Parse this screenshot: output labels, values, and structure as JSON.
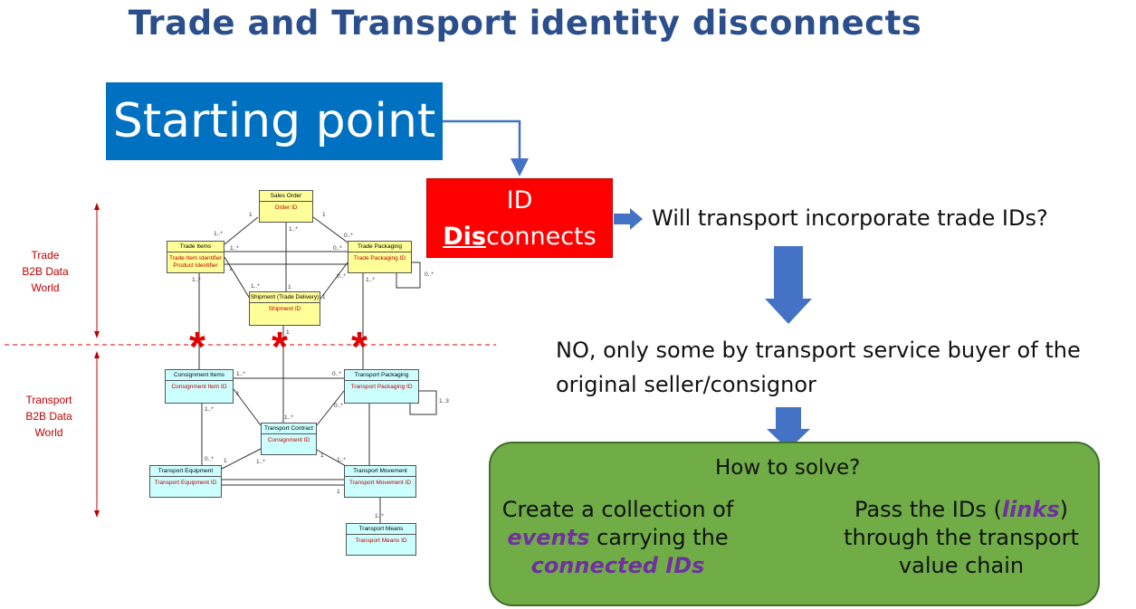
{
  "title": "Trade and Transport identity disconnects",
  "start_label": "Starting point",
  "id_box": {
    "line1": "ID",
    "dis": "Dis",
    "rest": "connects"
  },
  "question1": "Will transport incorporate trade IDs?",
  "answer": "NO, only some by transport service buyer of the original seller/consignor",
  "how": "How to solve?",
  "left_solution": {
    "p1": "Create a collection of",
    "em1": "events",
    "p2": "carrying the",
    "em2": "connected IDs"
  },
  "right_solution": {
    "p1": "Pass the IDs (",
    "em1": "links",
    "p2": ")",
    "p3": "through the transport value chain"
  },
  "labels": {
    "trade": [
      "Trade",
      "B2B Data",
      "World"
    ],
    "transport": [
      "Transport",
      "B2B Data",
      "World"
    ]
  },
  "uml": {
    "sales_order": {
      "name": "Sales Order",
      "attrs": [
        "Order ID"
      ]
    },
    "trade_items": {
      "name": "Trade Items",
      "attrs": [
        "Trade Item Identifier",
        "Product Identifier"
      ]
    },
    "trade_packaging": {
      "name": "Trade Packaging",
      "attrs": [
        "Trade Packaging ID"
      ]
    },
    "shipment": {
      "name": "Shipment (Trade Delivery)",
      "attrs": [
        "Shipment ID"
      ]
    },
    "consignment_items": {
      "name": "Consignment Items",
      "attrs": [
        "Consignment Item ID"
      ]
    },
    "transport_packaging": {
      "name": "Transport Packaging",
      "attrs": [
        "Transport Packaging ID"
      ]
    },
    "transport_contract": {
      "name": "Transport Contract",
      "attrs": [
        "Consignment ID"
      ]
    },
    "transport_equipment": {
      "name": "Transport Equipment",
      "attrs": [
        "Transport Equipment ID"
      ]
    },
    "transport_movement": {
      "name": "Transport Movement",
      "attrs": [
        "Transport Movement ID"
      ]
    },
    "transport_means": {
      "name": "Transport Means",
      "attrs": [
        "Transport Means ID"
      ]
    }
  },
  "multiplicities": {
    "m1": "1",
    "m2": "1..*",
    "m3": "1",
    "m4": "0..*",
    "m5": "1..*",
    "m6": "0..*",
    "m7": "1..*",
    "m8": "1",
    "m9": "1",
    "m10": "0..*",
    "m11": "1..*",
    "m12": "1",
    "m13": "1..*",
    "m14": "1..*",
    "m15": "0..*",
    "m16": "0..*",
    "m17": "1..*",
    "m18": "1..3",
    "m19": "1",
    "m20": "1..*",
    "m21": "1",
    "m22": "0..*",
    "m23": "1..*",
    "m24": "1..*",
    "m25": "0..*",
    "m26": "1",
    "m27": "1",
    "m28": "1..*",
    "m29": "1..*",
    "m30": "1"
  },
  "colors": {
    "title": "#2b4f8c",
    "start": "#0070c0",
    "id_box": "#ff0000",
    "green": "#70ad47",
    "arrow": "#4472c4",
    "emphasis": "#7030a0",
    "uml_trade": "#ffff99",
    "uml_transport": "#ccffff"
  }
}
